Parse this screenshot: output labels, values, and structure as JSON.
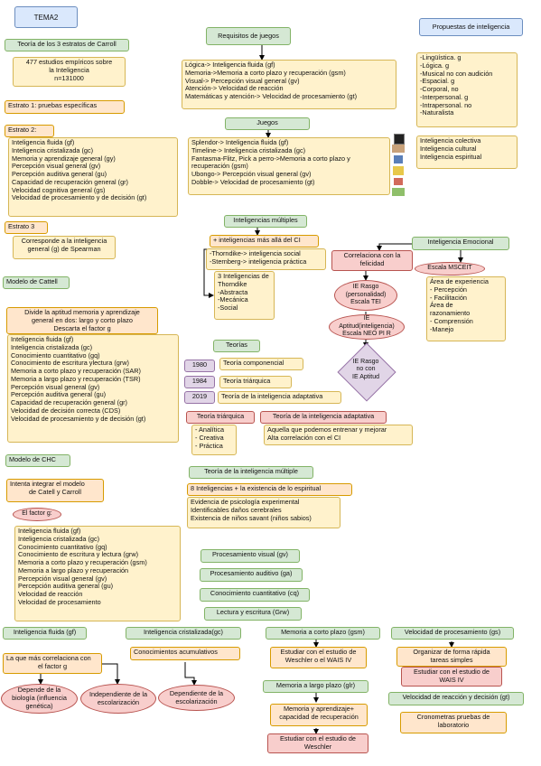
{
  "tema": "TEMA2",
  "carroll": {
    "title": "Teoría de los 3 estratos de Carroll",
    "study": [
      "477 estudios empíricos sobre",
      "la Inteligencia",
      "n=131000"
    ],
    "estrato1": "Estrato 1: pruebas específicas",
    "estrato2": "Estrato 2:",
    "estrato2_items": [
      "Inteligencia fluida (gf)",
      "Inteligencia cristalizada (gc)",
      "Memoria y aprendizaje general (gy)",
      "Percepción visual general (gv)",
      "Percepción auditiva general (gu)",
      "Capacidad de recuperación general (gr)",
      "Velocidad cognitiva general (gs)",
      "Velocidad de procesamiento y de decisión (gt)"
    ],
    "estrato3": "Estrato 3",
    "estrato3_desc": [
      "Corresponde a la inteligencia",
      "general (g) de Spearman"
    ]
  },
  "cattell": {
    "title": "Modelo de Cattell",
    "desc": [
      "Divide la aptitud memoria y aprendizaje",
      "general en dos: largo y corto plazo",
      "Descarta el factor g"
    ],
    "items": [
      "Inteligencia fluida (gf)",
      "Inteligencia cristalizada (gc)",
      "Conocimiento cuantitativo (gq)",
      "Conocimiento de escritura ylectura (grw)",
      "Memoria a corto plazo y recuperación (SAR)",
      "Memoria a largo plazo y recuperación (TSR)",
      "Percepción visual general (gv)",
      "Percepción auditiva general (gu)",
      "Capacidad de recuperación general (gr)",
      "Velocidad de decisión correcta (CDS)",
      "Velocidad de procesamiento y de decisión (gt)"
    ]
  },
  "chc": {
    "title": "Modelo de CHC",
    "desc": [
      "Intenta integrar el modelo",
      "de Catell y Carroll"
    ],
    "factor": "El factor g:",
    "items": [
      "Inteligencia fluida (gf)",
      "Inteligencia cristalizada (gc)",
      "Conocimiento cuantitativo (gq)",
      "Conocimiento de escritura y lectura (grw)",
      "Memoria a corto plazo y recuperación (gsm)",
      "Memoria a largo plazo y recuperación",
      "Percepción visual general (gv)",
      "Percepción auditiva general (gu)",
      "Velocidad de reacción",
      "Velocidad de procesamiento"
    ]
  },
  "requisitos": {
    "title": "Requisitos de juegos",
    "items": [
      "Lógica-> Inteligencia fluida (gf)",
      "Memoria->Memoria a corto plazo y recuperación (gsm)",
      "Visual-> Percepción visual general (gv)",
      "Atención-> Velocidad de reacción",
      "Matemáticas y atención-> Velocidad de procesamiento (gt)"
    ]
  },
  "juegos": {
    "title": "Juegos",
    "items": [
      "Splendor-> Inteligencia fluida (gf)",
      "Timeline-> Inteligencia cristalizada (gc)",
      "Fantasma-Flitz, Pick a perro->Memoria a corto plazo y",
      "recuperación (gsm)",
      "Ubongo-> Percepción visual general (gv)",
      "Dobble-> Velocidad de procesamiento (gt)"
    ]
  },
  "propuestas": {
    "title": "Propuestas de inteligencia",
    "items": [
      "-Lingüística. g",
      "-Lógica. g",
      "-Musical no con audición",
      "-Espacial. g",
      "-Corporal, no",
      "-Interpersonal. g",
      "-Intrapersonal. no",
      "-Naturalista"
    ],
    "colectiva": [
      "Inteligencia colectiva",
      "Inteligencia cultural",
      "Inteligencia espiritual"
    ]
  },
  "multiples": {
    "title": "Inteligencias múltiples",
    "mas_alla": "+ inteligencias más allá del CI",
    "thorndike": [
      "-Thorndike-> inteligencia social",
      "-Sternberg-> inteligencia práctica"
    ],
    "tres": [
      "3 Inteligencias de",
      "Thorndike",
      "-Abstracta",
      "-Mecánica",
      "-Social"
    ]
  },
  "emocional": {
    "title": "Inteligencia Emocional",
    "correlaciona": [
      "Correlaciona con la",
      "felicidad"
    ],
    "rasgo": [
      "IE Rasgo",
      "(personalidad)",
      "Escala TEI"
    ],
    "aptitud": [
      "IE",
      "Aptitud(inteligencia)",
      "Escala NEO PI R"
    ],
    "diamond": [
      "IE Rasgo",
      "no con",
      "IE Aptitud"
    ],
    "msceit": "Escala MSCEIT",
    "areas": [
      "Área de experiencia",
      "- Percepción",
      "- Facilitación",
      "Área de",
      "razonamiento",
      "- Comprensión",
      "-Manejo"
    ]
  },
  "teorias": {
    "title": "Teorías",
    "rows": [
      {
        "year": "1980",
        "name": "Teoría componencial"
      },
      {
        "year": "1984",
        "name": "Teoría triárquica"
      },
      {
        "year": "2019",
        "name": "Teoría de la inteligencia adaptativa"
      }
    ],
    "triarquica": "Teoría triárquica",
    "triarquica_items": [
      "- Analítica",
      "- Creativa",
      "- Práctica"
    ],
    "adaptativa": "Teoría de la inteligencia adaptativa",
    "adaptativa_desc": [
      "Aquella que podemos entrenar y mejorar",
      "Alta correlación con el CI"
    ],
    "multiple": "Teoría de la inteligencia múltiple",
    "ocho": "8 Inteligencias + la existencia de lo espiritual",
    "evidencia": [
      "Evidencia de psicología experimental",
      "Identificables daños cerebrales",
      "Existencia de niños savant (niños sabios)"
    ]
  },
  "habilidades": [
    "Procesamiento visual (gv)",
    "Procesamiento auditivo (ga)",
    "Conocimiento cuantitativo (cq)",
    "Lectura y escritura (Grw)"
  ],
  "bottom": {
    "fluida": "Inteligencia fluida (gf)",
    "fluida_desc": [
      "La que más correlaciona con",
      "el factor g"
    ],
    "fluida_e1": [
      "Depende de la",
      "biología (influencia",
      "genética)"
    ],
    "fluida_e2": [
      "Independiente de la",
      "escolarización"
    ],
    "crist": "Inteligencia cristalizada(gc)",
    "crist_desc": "Conocimientos acumulativos",
    "crist_e1": [
      "Dependiente de la",
      "escolarización"
    ],
    "corto": "Memoria a corto plazo (gsm)",
    "corto_desc": [
      "Estudiar con el estudio de",
      "Weschler o el WAIS IV"
    ],
    "largo": "Memoria a largo plazo (glr)",
    "largo_desc": [
      "Memoria y aprendizaje+",
      "capacidad de recuperación"
    ],
    "largo_red": [
      "Estudiar con el estudio de",
      "Weschler"
    ],
    "proc": "Velocidad de procesamiento (gs)",
    "proc_desc": [
      "Organizar de forma rápida",
      "tareas simples"
    ],
    "proc_red": [
      "Estudiar con el estudio de",
      "WAIS IV"
    ],
    "reac": "Velocidad de reacción y decisión (gt)",
    "reac_desc": [
      "Cronometras pruebas de",
      "laboratorio"
    ]
  }
}
